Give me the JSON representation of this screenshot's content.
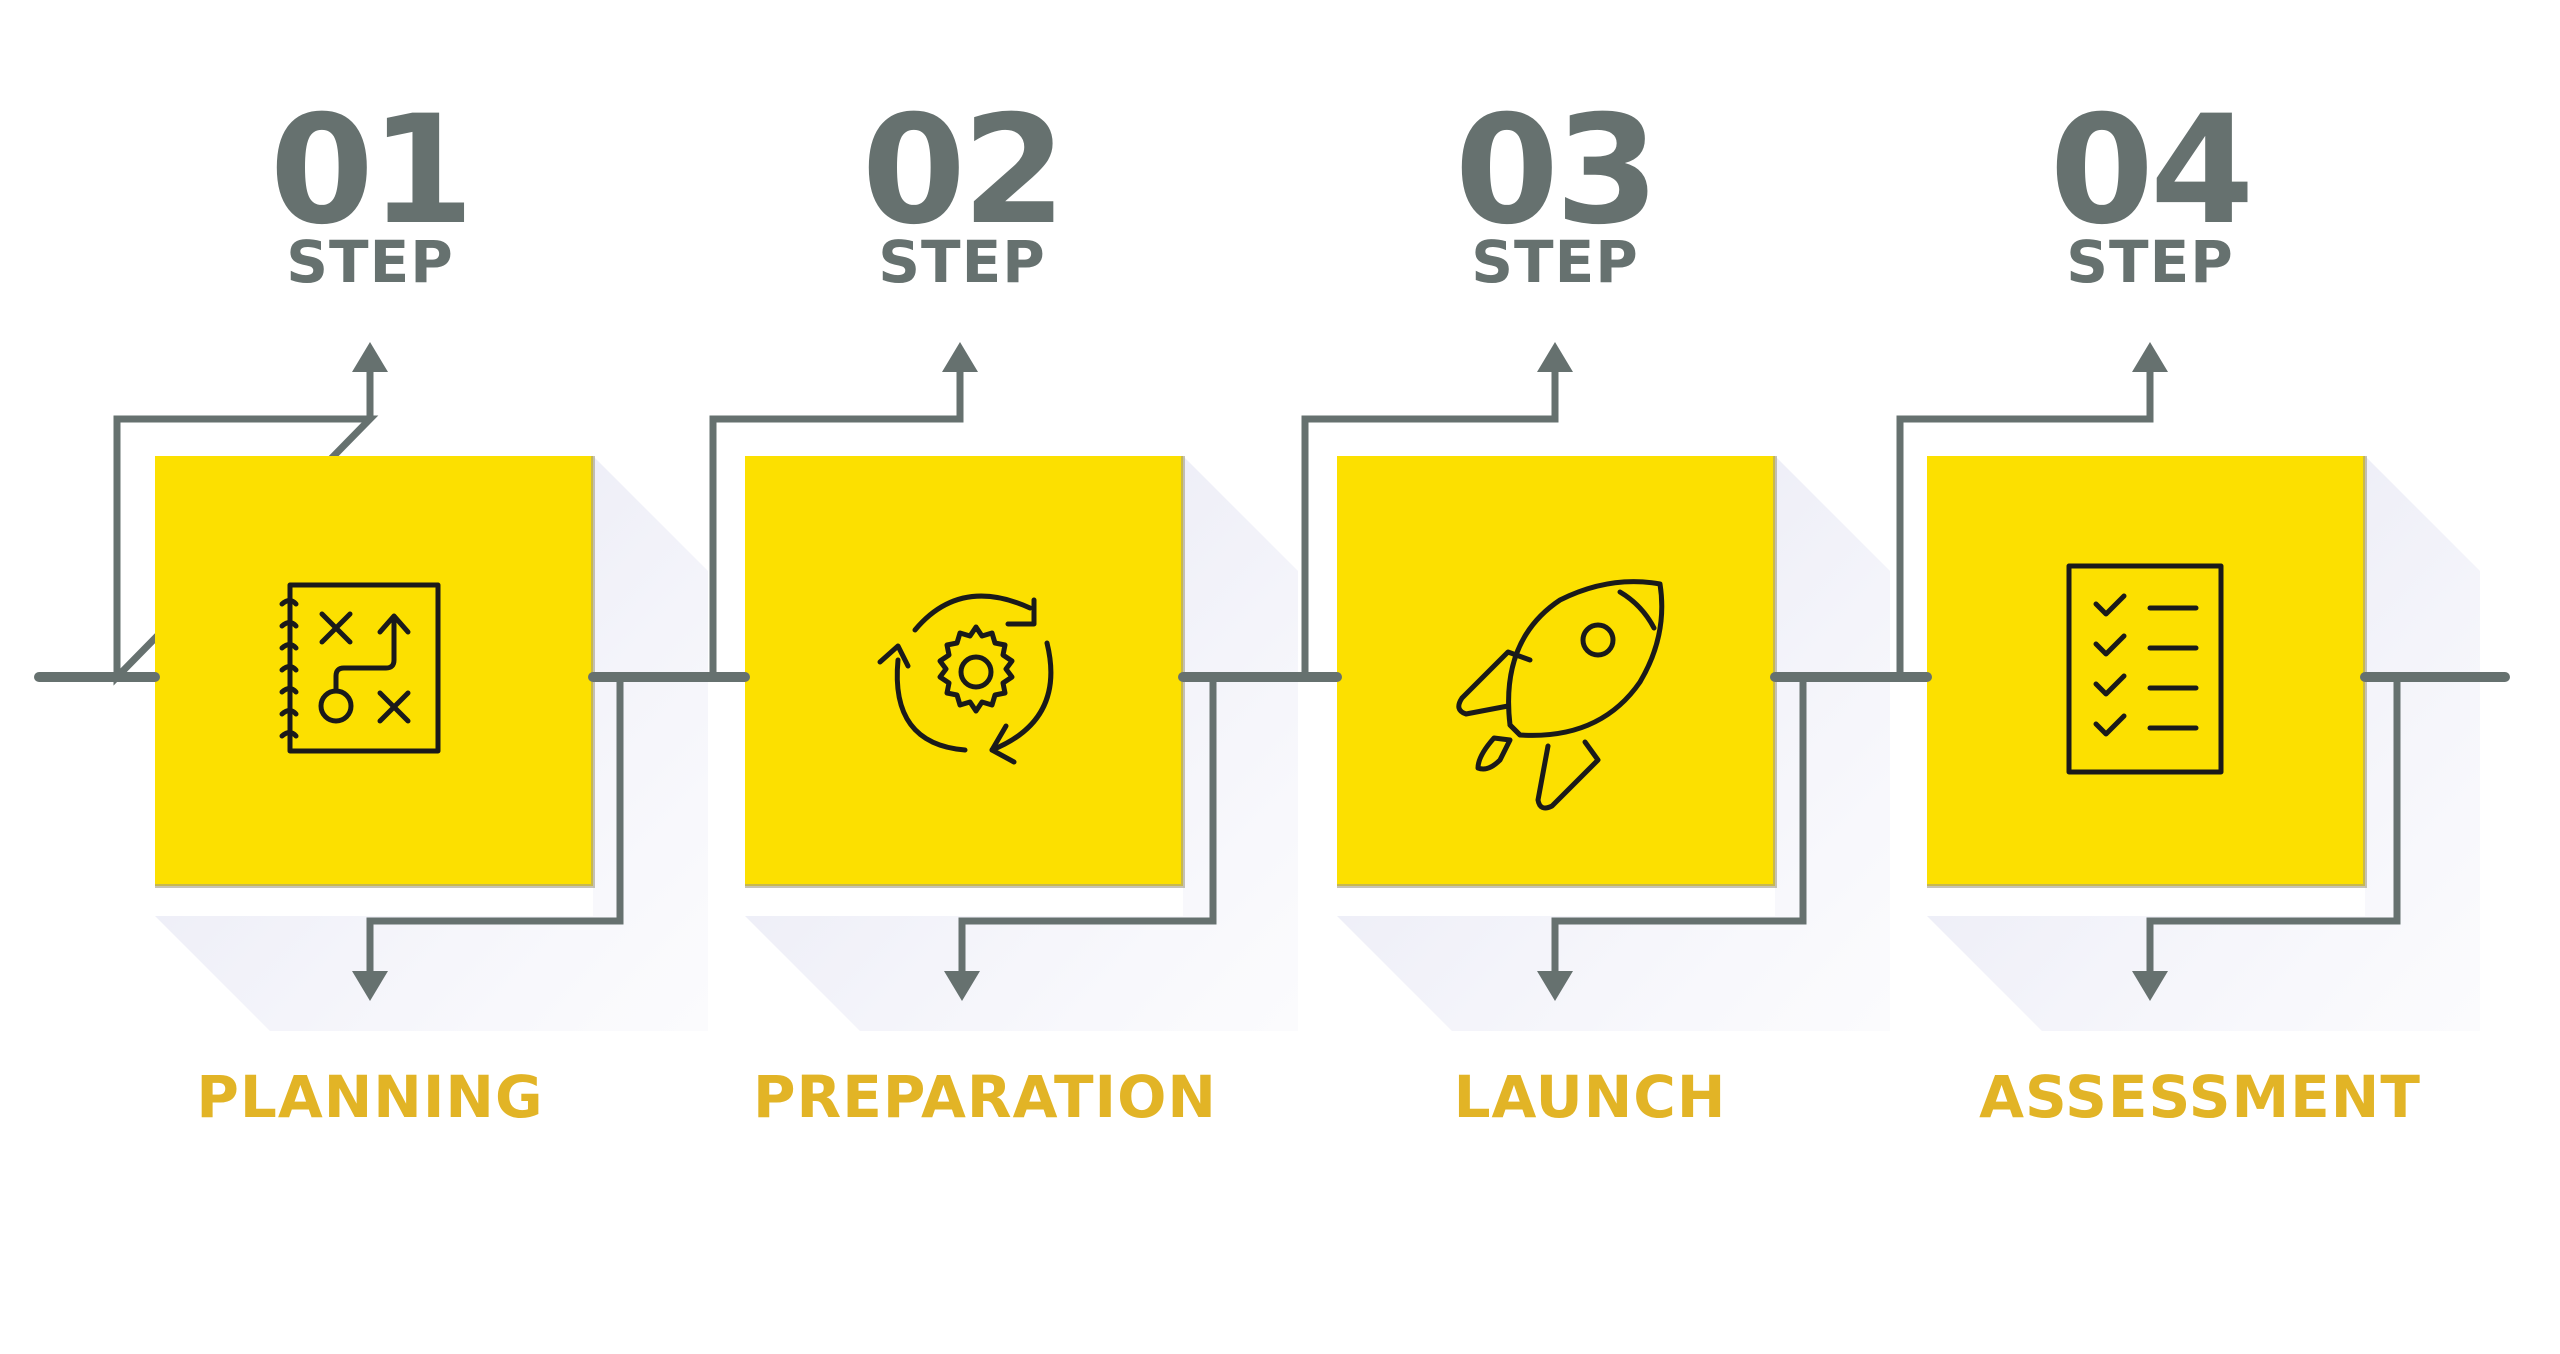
{
  "colors": {
    "accent_yellow": "#fce000",
    "label_yellow": "#e2b426",
    "line_gray": "#66716f",
    "shadow": "#e6e7f4",
    "icon_stroke": "#1a1a1a"
  },
  "steps": [
    {
      "number": "01",
      "word": "STEP",
      "label": "PLANNING",
      "icon": "strategy-board-icon"
    },
    {
      "number": "02",
      "word": "STEP",
      "label": "PREPARATION",
      "icon": "gear-cycle-icon"
    },
    {
      "number": "03",
      "word": "STEP",
      "label": "LAUNCH",
      "icon": "rocket-icon"
    },
    {
      "number": "04",
      "word": "STEP",
      "label": "ASSESSMENT",
      "icon": "checklist-icon"
    }
  ]
}
